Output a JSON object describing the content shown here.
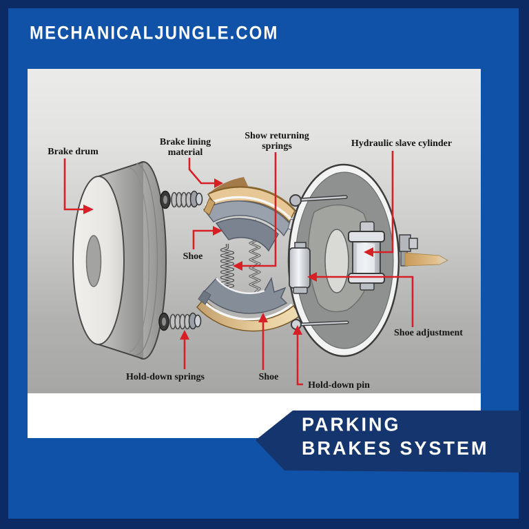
{
  "header": {
    "site_title": "MECHANICALJUNGLE.COM"
  },
  "banner": {
    "title_line1": "PARKING",
    "title_line2": "BRAKES SYSTEM"
  },
  "diagram": {
    "labels": {
      "brake_drum": "Brake drum",
      "brake_lining_1": "Brake lining",
      "brake_lining_2": "material",
      "returning_springs_1": "Show returning",
      "returning_springs_2": "springs",
      "hydraulic_slave_cylinder": "Hydraulic slave cylinder",
      "shoe_top": "Shoe",
      "hold_down_springs": "Hold-down springs",
      "shoe_bottom": "Shoe",
      "hold_down_pin": "Hold-down pin",
      "shoe_adjustment": "Shoe adjustment"
    }
  },
  "colors": {
    "border_navy": "#0c2a63",
    "field_blue": "#1152a9",
    "banner_navy": "#15356e",
    "accent_red": "#d81f26",
    "lining_tan": "#e6c795",
    "steel_gray": "#99a1ac"
  }
}
